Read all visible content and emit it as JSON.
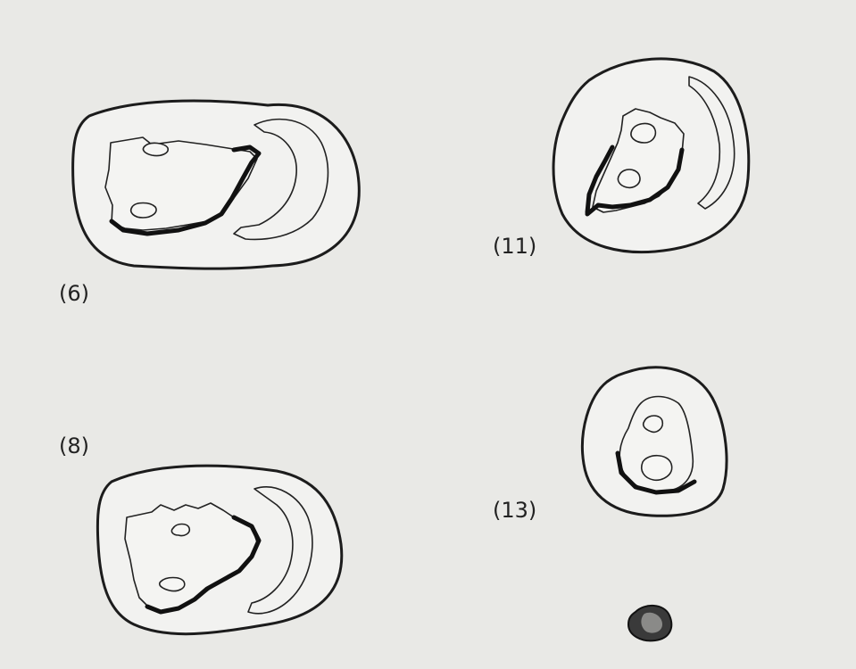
{
  "figures": [
    {
      "id": "6",
      "label": "(6)"
    },
    {
      "id": "8",
      "label": "(8)"
    },
    {
      "id": "11",
      "label": "(11)"
    },
    {
      "id": "13",
      "label": "(13)"
    }
  ]
}
